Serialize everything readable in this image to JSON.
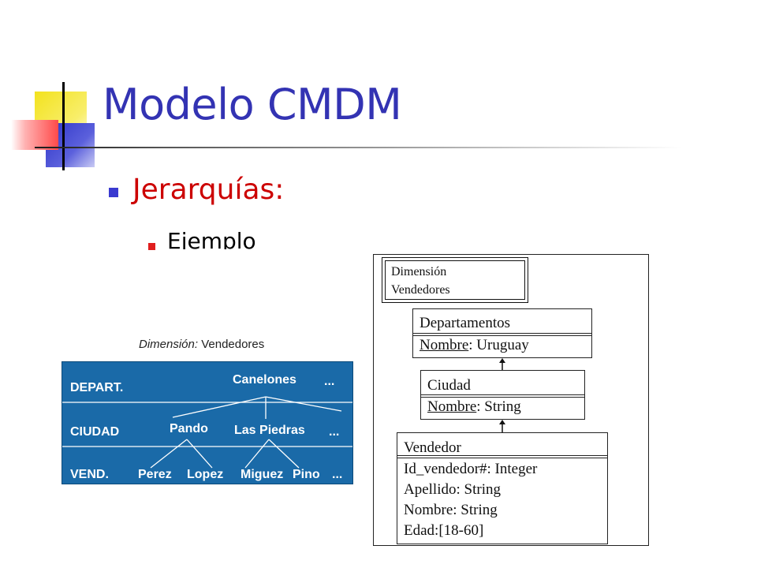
{
  "slide": {
    "title": "Modelo CMDM",
    "bullet_level1": "Jerarquías:",
    "bullet_level2": "Ejemplo"
  },
  "colors": {
    "title": "#3333b3",
    "level1_text": "#cc0000",
    "diagram_blue": "#1a6aa8"
  },
  "left_diagram": {
    "caption_label": "Dimensión:",
    "caption_value": "Vendedores",
    "levels": [
      "DEPART.",
      "CIUDAD",
      "VEND."
    ],
    "departamento": "Canelones",
    "ciudades": [
      "Pando",
      "Las Piedras"
    ],
    "vendedores": [
      "Perez",
      "Lopez",
      "Miguez",
      "Pino"
    ],
    "ellipsis": "..."
  },
  "right_diagram": {
    "dimension_line1": "Dimensión",
    "dimension_line2": "Vendedores",
    "departamentos": {
      "name": "Departamentos",
      "attr_key": "Nombre",
      "attr_rest": ": Uruguay"
    },
    "ciudad": {
      "name": "Ciudad",
      "attr_key": "Nombre",
      "attr_rest": ": String"
    },
    "vendedor": {
      "name": "Vendedor",
      "attrs": [
        "Id_vendedor#: Integer",
        "Apellido: String",
        "Nombre: String",
        "Edad:[18-60]"
      ]
    }
  }
}
